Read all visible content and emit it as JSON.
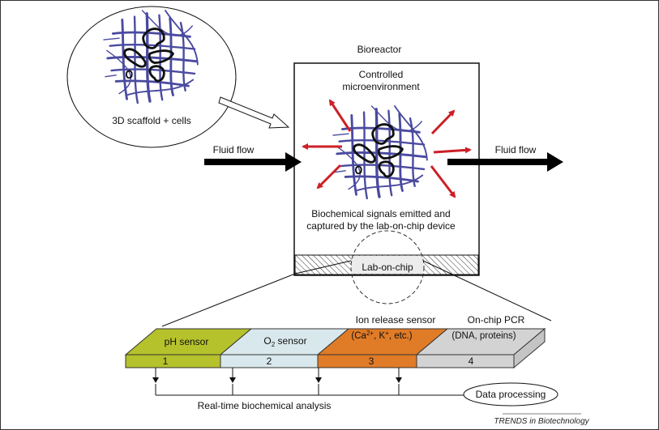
{
  "figure": {
    "scaffold_bubble": {
      "label": "3D scaffold + cells"
    },
    "bioreactor": {
      "title": "Bioreactor",
      "environment_label_line1": "Controlled",
      "environment_label_line2": "microenvironment",
      "signals_label_line1": "Biochemical signals emitted and",
      "signals_label_line2": "captured by the lab-on-chip device",
      "chip_label": "Lab-on-chip"
    },
    "flow": {
      "inlet_label": "Fluid flow",
      "outlet_label": "Fluid flow"
    },
    "chip_modules": [
      {
        "number": "1",
        "label": "pH sensor",
        "color": "#b5c22b",
        "side_color": "#a9b626"
      },
      {
        "number": "2",
        "label_main": "O",
        "label_sub": "2",
        "label_rest": " sensor",
        "color": "#d9e8ec",
        "side_color": "#cfe0e5"
      },
      {
        "number": "3",
        "label_above": "Ion release sensor",
        "label_inner": "(Ca2+, K+, etc.)",
        "color": "#e07b27",
        "side_color": "#d66f1c"
      },
      {
        "number": "4",
        "label_above": "On-chip PCR",
        "label_inner": "(DNA, proteins)",
        "color": "#d3d3d3",
        "side_color": "#c4c4c4"
      }
    ],
    "analysis_label": "Real-time biochemical analysis",
    "output_label": "Data processing",
    "credit": "TRENDS in Biotechnology",
    "colors": {
      "scaffold": "#4a4aa0",
      "signal_arrows": "#cc2027",
      "outline": "#111111"
    }
  }
}
